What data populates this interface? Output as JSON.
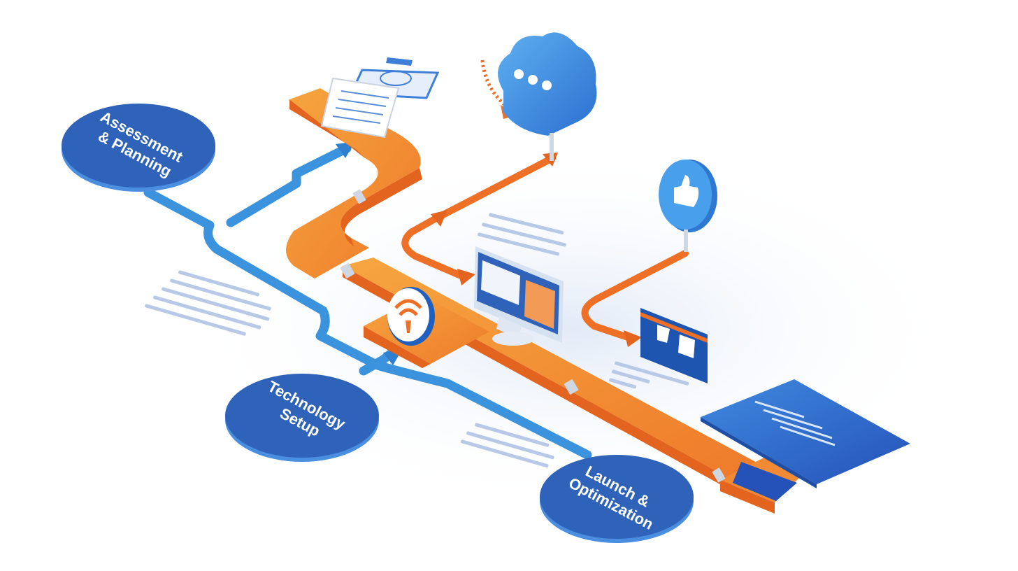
{
  "stages": [
    {
      "id": "assessment",
      "lines": [
        "Assessment",
        "& Planning"
      ]
    },
    {
      "id": "technology",
      "lines": [
        "Technology",
        "Setup"
      ]
    },
    {
      "id": "launch",
      "lines": [
        "Launch &",
        "Optimization"
      ]
    }
  ],
  "colors": {
    "orange_top": "#f39a36",
    "orange_side": "#e2641f",
    "blue_path": "#3a93dc",
    "blue_disc": "#2f63b9",
    "blue_disc_side": "#4a8ee0",
    "cloud": "#3e93e2",
    "screen": "#2f6fd0"
  },
  "icons": [
    "document-icon",
    "cloud-chat-icon",
    "thumbs-up-icon",
    "monitor-icon",
    "signal-icon",
    "chat-panel-icon",
    "laptop-icon"
  ]
}
